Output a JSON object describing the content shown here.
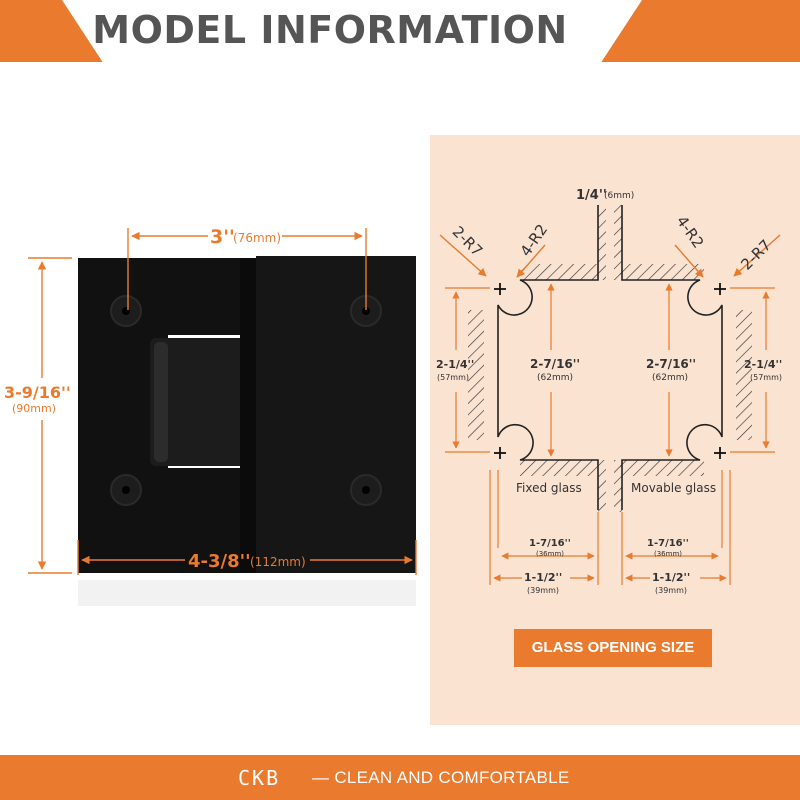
{
  "header": {
    "title": "MODEL INFORMATION"
  },
  "hinge": {
    "dim_hole_spacing": "3''",
    "dim_hole_spacing_mm": "(76mm)",
    "dim_height": "3-9/16''",
    "dim_height_mm": "(90mm)",
    "dim_width": "4-3/8''",
    "dim_width_mm": "(112mm)"
  },
  "diagram": {
    "gap": "1/4''",
    "gap_mm": "(6mm)",
    "radius_outer_left": "2-R7",
    "radius_inner_left": "4-R2",
    "radius_inner_right": "4-R2",
    "radius_outer_right": "2-R7",
    "left_outer_height": "2-1/4''",
    "left_outer_height_mm": "(57mm)",
    "left_inner_height": "2-7/16''",
    "left_inner_height_mm": "(62mm)",
    "right_inner_height": "2-7/16''",
    "right_inner_height_mm": "(62mm)",
    "right_outer_height": "2-1/4''",
    "right_outer_height_mm": "(57mm)",
    "fixed_label": "Fixed glass",
    "movable_label": "Movable glass",
    "left_width_small": "1-7/16''",
    "left_width_small_mm": "(36mm)",
    "right_width_small": "1-7/16''",
    "right_width_small_mm": "(36mm)",
    "left_width_large": "1-1/2''",
    "left_width_large_mm": "(39mm)",
    "right_width_large": "1-1/2''",
    "right_width_large_mm": "(39mm)",
    "button_label": "GLASS OPENING SIZE"
  },
  "footer": {
    "brand": "CKB",
    "tagline": "— CLEAN AND COMFORTABLE"
  },
  "colors": {
    "accent": "#ea7a2d",
    "panel": "#fbe3d2",
    "title_text": "#555555",
    "hinge": "#0f0f0f"
  }
}
